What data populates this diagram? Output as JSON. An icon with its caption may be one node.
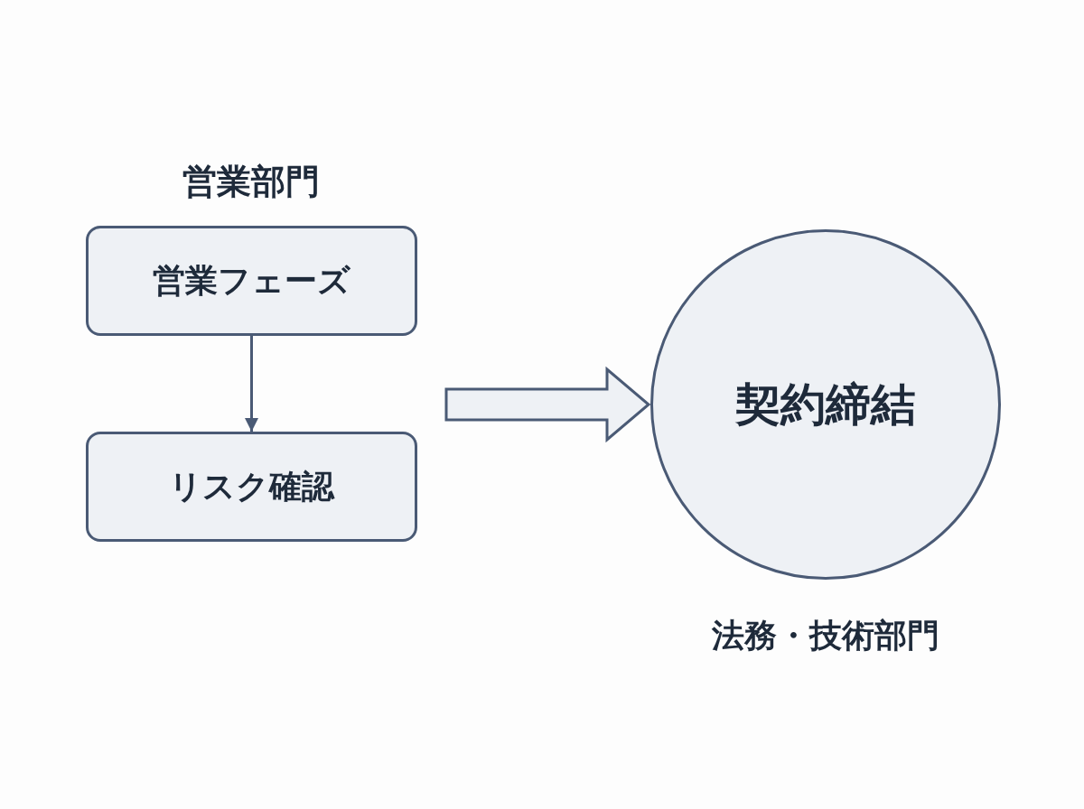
{
  "diagram": {
    "nodes": [
      {
        "text": [
          "営業フェーズ"
        ]
      },
      {
        "text": [
          "リスク確認"
        ]
      },
      {
        "text": [
          "契約締結"
        ],
        "beside": [
          "法務・技術部門"
        ]
      }
    ],
    "edges": [
      {
        "from": 0,
        "to": 1,
        "arrow": "to"
      },
      {
        "from": null,
        "to": 2,
        "arrow": "to",
        "style": "thick"
      }
    ],
    "labels": [
      "営業部門"
    ]
  }
}
